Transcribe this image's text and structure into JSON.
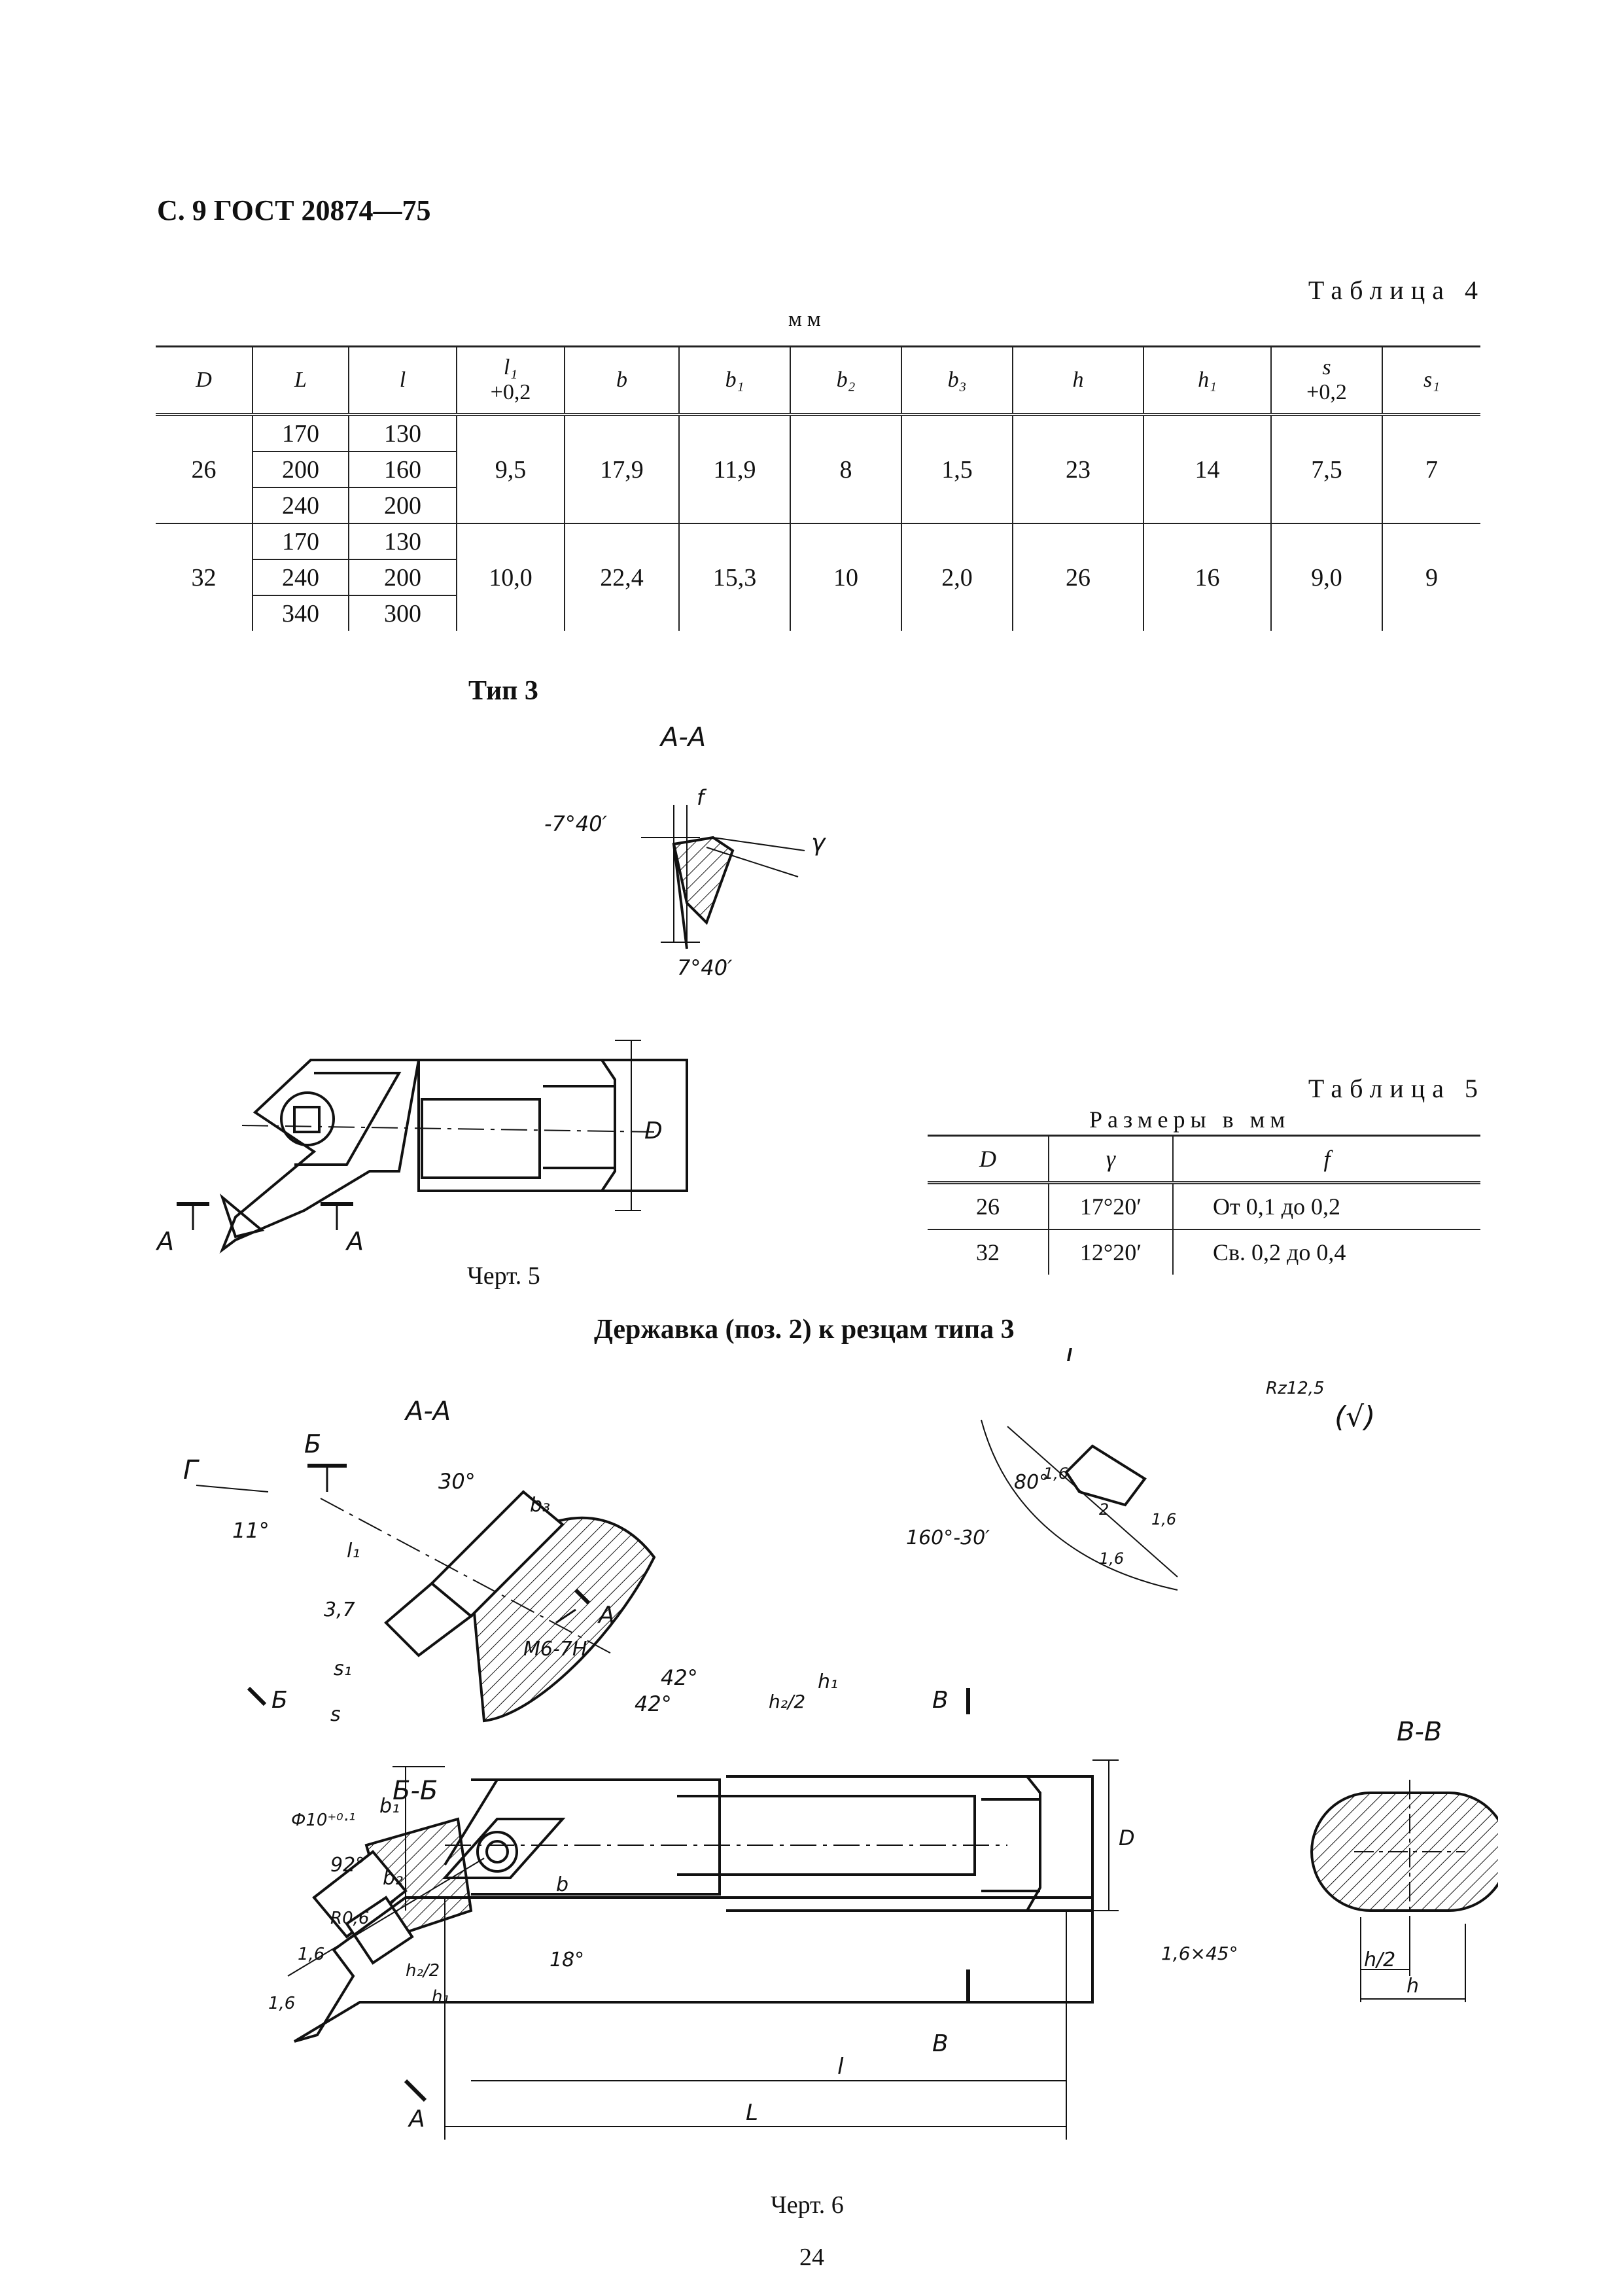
{
  "header": "С. 9 ГОСТ 20874—75",
  "table4": {
    "caption": "Таблица 4",
    "units": "мм",
    "headers": [
      {
        "label": "D",
        "tol": ""
      },
      {
        "label": "L",
        "tol": ""
      },
      {
        "label": "l",
        "tol": ""
      },
      {
        "label": "l₁",
        "tol": "+0,2"
      },
      {
        "label": "b",
        "tol": ""
      },
      {
        "label": "b₁",
        "tol": ""
      },
      {
        "label": "b₂",
        "tol": ""
      },
      {
        "label": "b₃",
        "tol": ""
      },
      {
        "label": "h",
        "tol": ""
      },
      {
        "label": "h₁",
        "tol": ""
      },
      {
        "label": "s",
        "tol": "+0,2"
      },
      {
        "label": "s₁",
        "tol": ""
      }
    ],
    "groups": [
      {
        "D": "26",
        "rows": [
          [
            "170",
            "130"
          ],
          [
            "200",
            "160"
          ],
          [
            "240",
            "200"
          ]
        ],
        "l1": "9,5",
        "b": "17,9",
        "b1": "11,9",
        "b2": "8",
        "b3": "1,5",
        "h": "23",
        "h1": "14",
        "s": "7,5",
        "s1": "7"
      },
      {
        "D": "32",
        "rows": [
          [
            "170",
            "130"
          ],
          [
            "240",
            "200"
          ],
          [
            "340",
            "300"
          ]
        ],
        "l1": "10,0",
        "b": "22,4",
        "b1": "15,3",
        "b2": "10",
        "b3": "2,0",
        "h": "26",
        "h1": "16",
        "s": "9,0",
        "s1": "9"
      }
    ]
  },
  "type3_title": "Тип 3",
  "drawing5": {
    "section_label": "А-А",
    "angle_left": "-7°40′",
    "angle_bottom": "7°40′",
    "label_f": "f",
    "label_gamma": "γ",
    "label_D": "D",
    "label_A": "А",
    "caption": "Черт. 5"
  },
  "table5": {
    "caption": "Таблица 5",
    "units": "Размеры в мм",
    "headers": [
      "D",
      "γ",
      "f"
    ],
    "rows": [
      [
        "26",
        "17°20′",
        "От 0,1 до 0,2"
      ],
      [
        "32",
        "12°20′",
        "Св. 0,2 до 0,4"
      ]
    ]
  },
  "holder_title": "Державка (поз. 2) к резцам типа 3",
  "drawing6": {
    "view_G": "Г",
    "roughness": "Rz12,5",
    "roughness_paren": "(√)",
    "section_AA": "А-А",
    "section_BB": "Б-Б",
    "section_VV": "В-В",
    "label_B": "Б",
    "label_V": "В",
    "label_A": "А",
    "a30": "30°",
    "a11": "11°",
    "b3": "b₃",
    "l1": "l₁",
    "v37": "3,7",
    "m6": "M6-7H",
    "s1": "s₁",
    "s": "s",
    "d10": "Ф10⁺⁰·¹",
    "r06": "R0,6",
    "v16": "1,6",
    "h2": "h₂/2",
    "h1": "h₁",
    "a80": "80°",
    "a160": "160°-30′",
    "two": "2",
    "a42": "42°",
    "a92": "92°",
    "a18": "18°",
    "b1": "b₁",
    "b2": "b₂",
    "b": "b",
    "D": "D",
    "l": "l",
    "L": "L",
    "chamfer": "1,6×45°",
    "h_half": "h/2",
    "h": "h",
    "caption": "Черт. 6"
  },
  "page_number": "24"
}
